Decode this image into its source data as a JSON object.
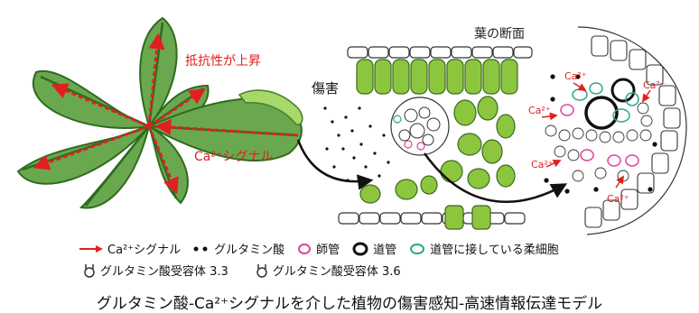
{
  "diagram": {
    "leaf_section_title": "葉の断面",
    "resistance_label": "抵抗性が上昇",
    "signal_label": "Ca²⁺シグナル",
    "damage_label": "傷害",
    "ca_labels": [
      "Ca²⁺",
      "Ca²⁺",
      "Ca²⁺",
      "Ca²⁺",
      "Ca²⁺"
    ]
  },
  "legend": {
    "items_row1": [
      {
        "icon": "red-arrow-icon",
        "label": "Ca²⁺シグナル"
      },
      {
        "icon": "black-dot-icon",
        "label": "グルタミン酸"
      },
      {
        "icon": "magenta-ring-icon",
        "label": "師管"
      },
      {
        "icon": "black-ring-icon",
        "label": "道管"
      },
      {
        "icon": "teal-ring-icon",
        "label": "道管に接している柔細胞"
      }
    ],
    "items_row2": [
      {
        "icon": "receptor-icon",
        "label": "グルタミン酸受容体 3.3"
      },
      {
        "icon": "receptor-icon",
        "label": "グルタミン酸受容体 3.6"
      }
    ]
  },
  "caption": "グルタミン酸-Ca²⁺シグナルを介した植物の傷害感知-高速情報伝達モデル",
  "colors": {
    "leaf": "#6aa84f",
    "leaf_dark": "#2f6b1f",
    "cell_green": "#8cc63f",
    "signal_red": "#e02020",
    "phloem": "#e0409a",
    "xylem_adjacent": "#2aa88a"
  }
}
